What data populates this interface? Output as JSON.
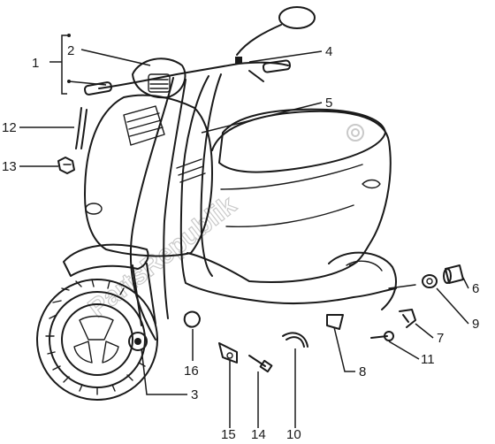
{
  "watermark": "PartsRepublik",
  "callouts": {
    "c1": "1",
    "c2": "2",
    "c3": "3",
    "c4": "4",
    "c5": "5",
    "c6": "6",
    "c7": "7",
    "c8": "8",
    "c9": "9",
    "c10": "10",
    "c11": "11",
    "c12": "12",
    "c13": "13",
    "c14": "14",
    "c15": "15",
    "c16": "16"
  }
}
